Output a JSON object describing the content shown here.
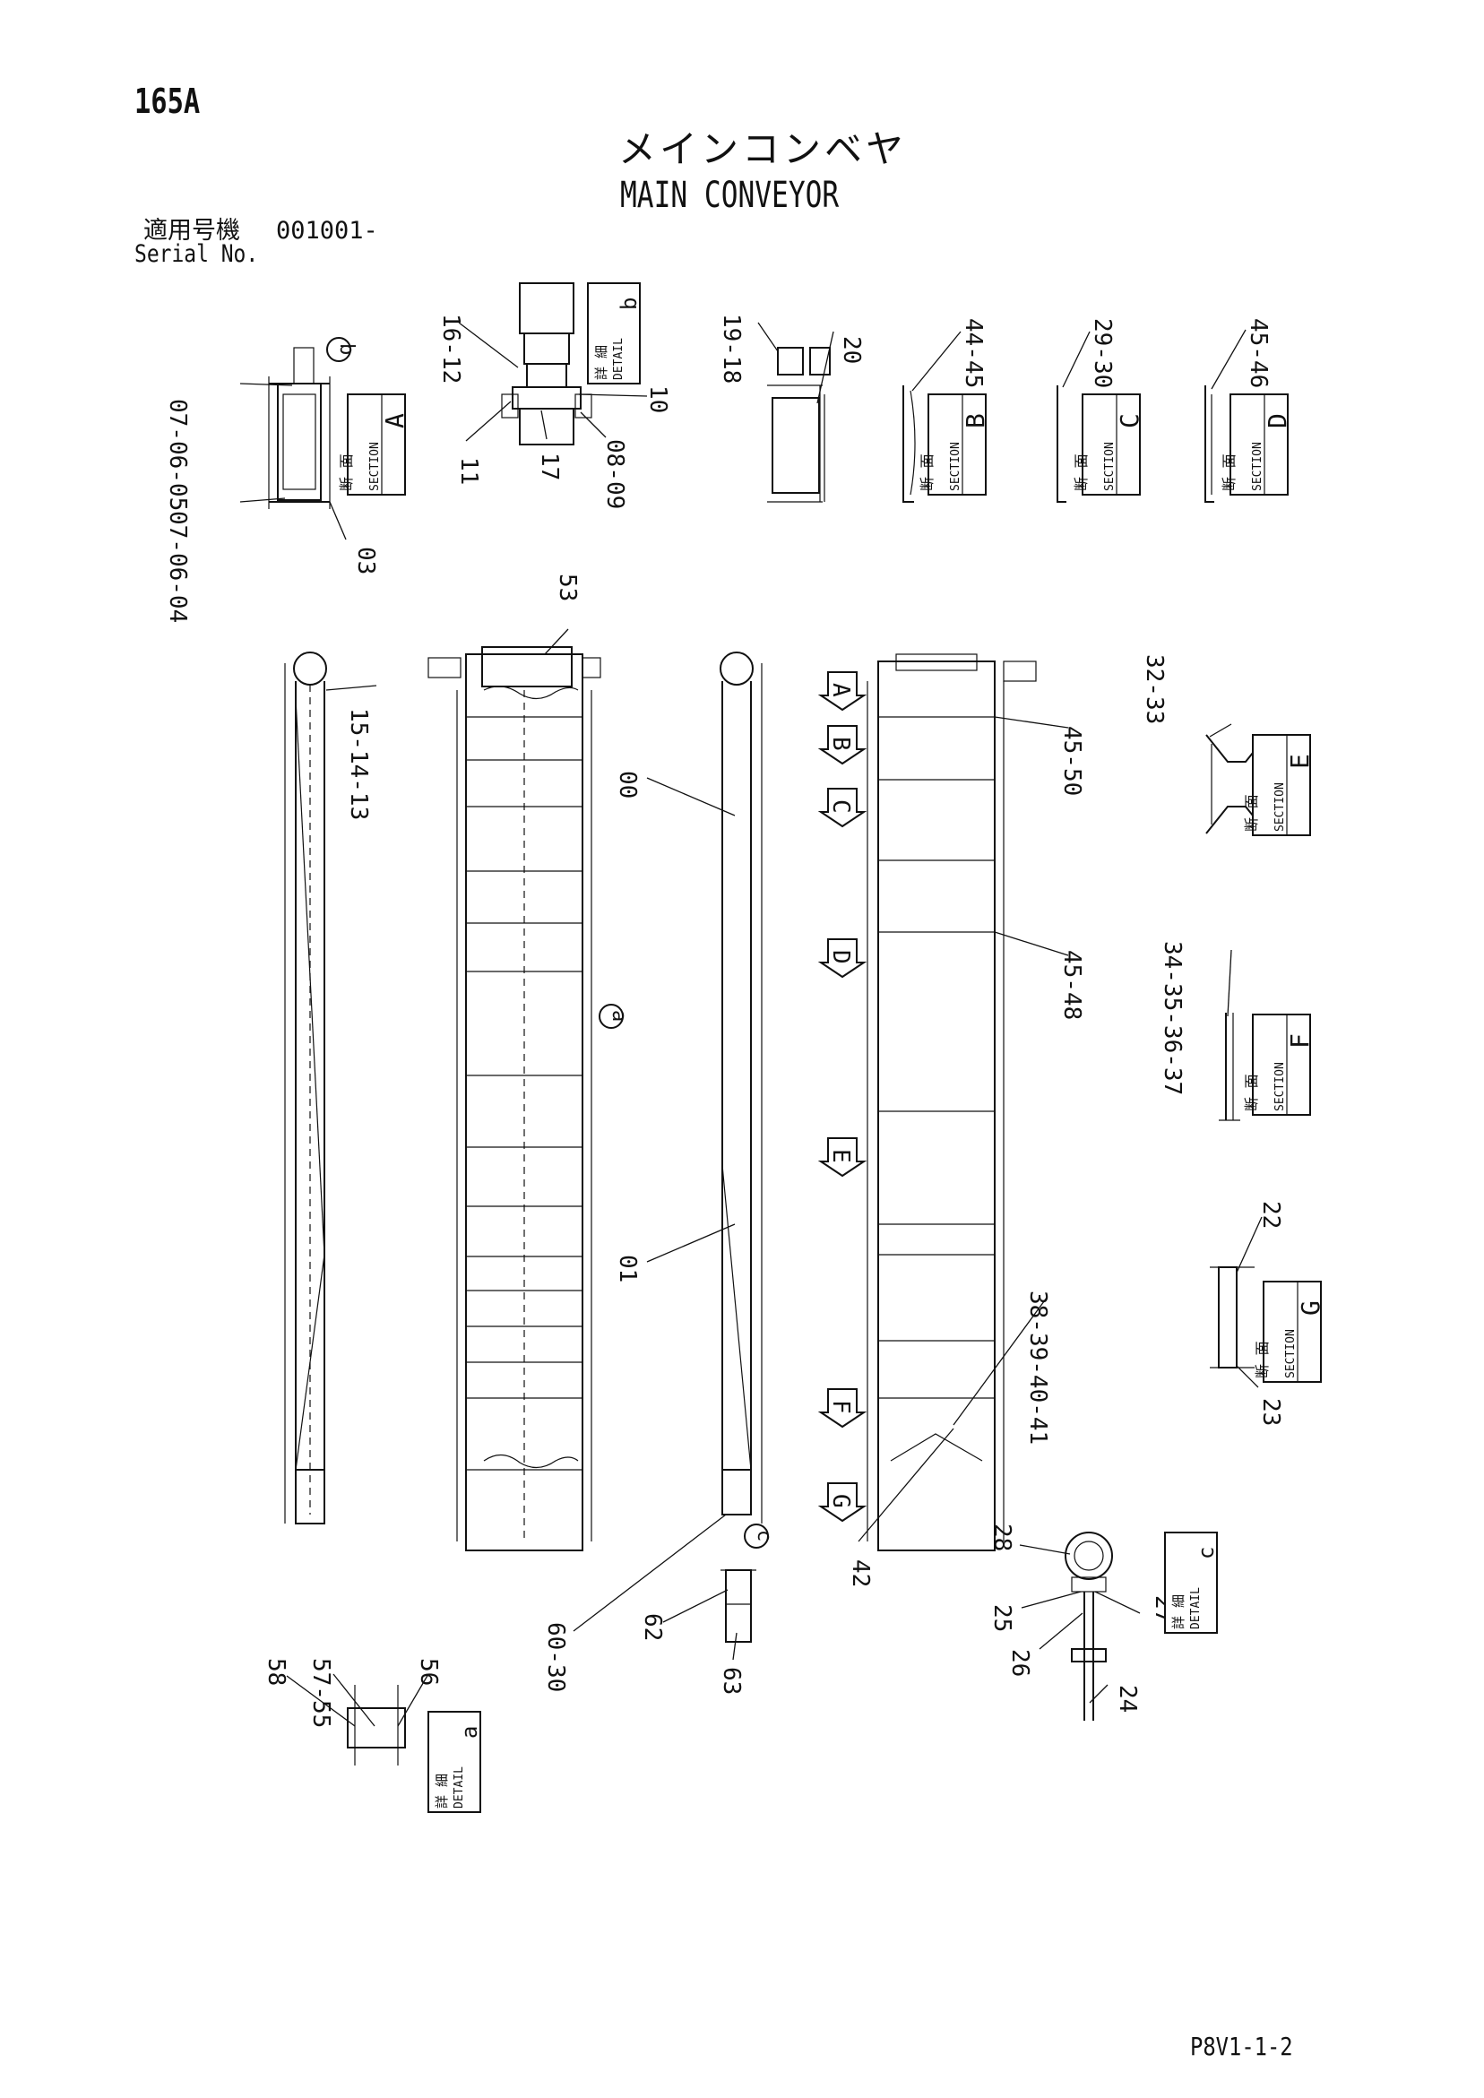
{
  "page_number": "165A",
  "title_jp": "メインコンベヤ",
  "title_en": "MAIN CONVEYOR",
  "serial": {
    "label_jp": "適用号機",
    "value": "001001-",
    "label_en": "Serial No."
  },
  "footer_code": "P8V1-1-2",
  "view_labels": [
    "A",
    "B",
    "C",
    "D",
    "E",
    "F",
    "G"
  ],
  "section_tags": [
    {
      "letter": "A",
      "jp": "断 面",
      "en": "SECTION"
    },
    {
      "letter": "B",
      "jp": "断 面",
      "en": "SECTION"
    },
    {
      "letter": "C",
      "jp": "断 面",
      "en": "SECTION"
    },
    {
      "letter": "D",
      "jp": "断 面",
      "en": "SECTION"
    },
    {
      "letter": "E",
      "jp": "断 面",
      "en": "SECTION"
    },
    {
      "letter": "F",
      "jp": "断 面",
      "en": "SECTION"
    },
    {
      "letter": "G",
      "jp": "断 面",
      "en": "SECTION"
    }
  ],
  "detail_tags": [
    {
      "letter": "b",
      "jp": "詳 細",
      "en": "DETAIL"
    },
    {
      "letter": "a",
      "jp": "詳 細",
      "en": "DETAIL"
    },
    {
      "letter": "c",
      "jp": "詳 細",
      "en": "DETAIL"
    }
  ],
  "detail_circles": [
    "b",
    "a",
    "c"
  ],
  "callouts": [
    "07-06-05",
    "07-06-04",
    "03",
    "16-12",
    "11",
    "17",
    "10",
    "08-09",
    "19-18",
    "20",
    "44-45",
    "29-30",
    "45-46",
    "53",
    "15-14-13",
    "00",
    "45-50",
    "32-33",
    "45-48",
    "34-35-36-37",
    "01",
    "22",
    "23",
    "38-39-40-41",
    "42",
    "28",
    "25",
    "26",
    "27",
    "24",
    "60-30",
    "62",
    "63",
    "58",
    "57-55",
    "56"
  ]
}
